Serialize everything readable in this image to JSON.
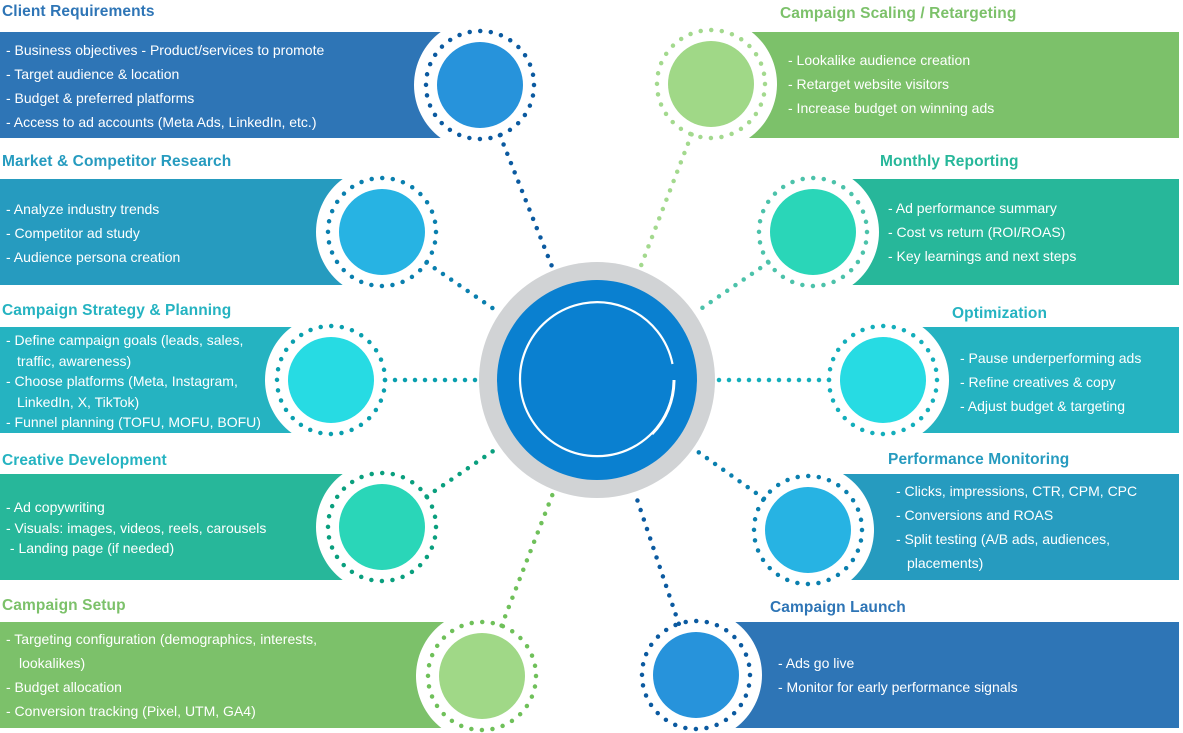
{
  "hub": {
    "label": "",
    "colors": {
      "ring": "#d1d3d5",
      "core": "#0a80d0",
      "arc": "#ffffff"
    }
  },
  "stages": [
    {
      "key": "client-requirements",
      "title": "Client Requirements",
      "side": "left",
      "title_color": "#2e75b6",
      "panel_color": "#2e75b6",
      "circle_color": "#2793db",
      "dot_color": "#0b5aa0",
      "items": [
        "- Business objectives - Product/services to promote",
        "- Target audience & location",
        "- Budget & preferred platforms",
        "- Access to ad accounts (Meta Ads, LinkedIn, etc.)"
      ]
    },
    {
      "key": "market-competitor-research",
      "title": "Market & Competitor Research",
      "side": "left",
      "title_color": "#269bbf",
      "panel_color": "#269bbf",
      "circle_color": "#27b3e3",
      "dot_color": "#0a7fae",
      "items": [
        "- Analyze industry trends",
        "- Competitor ad study",
        "- Audience persona creation"
      ]
    },
    {
      "key": "campaign-strategy-planning",
      "title": "Campaign Strategy & Planning",
      "side": "left",
      "title_color": "#25b3c1",
      "panel_color": "#25b3c1",
      "circle_color": "#27dbe3",
      "dot_color": "#0a9fae",
      "items": [
        "- Define campaign goals (leads, sales, traffic, awareness)",
        "- Choose platforms (Meta, Instagram, LinkedIn, X, TikTok)",
        "- Funnel planning (TOFU, MOFU, BOFU)"
      ]
    },
    {
      "key": "creative-development",
      "title": "Creative Development",
      "side": "left",
      "title_color": "#25b3c1",
      "panel_color": "#27b79a",
      "circle_color": "#2ad6b8",
      "dot_color": "#0a9f7e",
      "items": [
        "- Ad copywriting",
        "- Visuals: images, videos, reels, carousels",
        " - Landing page (if needed)"
      ]
    },
    {
      "key": "campaign-setup",
      "title": "Campaign Setup",
      "side": "left",
      "title_color": "#7cc16a",
      "panel_color": "#7cc16a",
      "circle_color": "#a0d887",
      "dot_color": "#6fc05a",
      "items": [
        "- Targeting configuration (demographics, interests, lookalikes)",
        "- Budget allocation",
        "- Conversion tracking (Pixel, UTM, GA4)"
      ]
    },
    {
      "key": "campaign-scaling-retargeting",
      "title": "Campaign Scaling / Retargeting",
      "side": "right",
      "title_color": "#7cc16a",
      "panel_color": "#7cc16a",
      "circle_color": "#a0d887",
      "dot_color": "#a3d98e",
      "items": [
        "- Lookalike audience creation",
        "- Retarget website visitors",
        "- Increase budget on winning ads"
      ]
    },
    {
      "key": "monthly-reporting",
      "title": "Monthly Reporting",
      "side": "right",
      "title_color": "#27b79a",
      "panel_color": "#27b79a",
      "circle_color": "#2ad6b8",
      "dot_color": "#4cc2aa",
      "items": [
        "- Ad performance summary",
        "- Cost vs return (ROI/ROAS)",
        "- Key learnings and next steps"
      ]
    },
    {
      "key": "optimization",
      "title": "Optimization",
      "side": "right",
      "title_color": "#25b3c1",
      "panel_color": "#25b3c1",
      "circle_color": "#27dbe3",
      "dot_color": "#14aebb",
      "items": [
        "- Pause underperforming ads",
        "- Refine creatives & copy",
        "- Adjust budget & targeting"
      ]
    },
    {
      "key": "performance-monitoring",
      "title": "Performance Monitoring",
      "side": "right",
      "title_color": "#269bbf",
      "panel_color": "#269bbf",
      "circle_color": "#27b3e3",
      "dot_color": "#0a7fae",
      "items": [
        "- Clicks, impressions, CTR, CPM, CPC",
        "- Conversions and ROAS",
        "- Split testing (A/B ads, audiences, placements)"
      ]
    },
    {
      "key": "campaign-launch",
      "title": "Campaign Launch",
      "side": "right",
      "title_color": "#2e75b6",
      "panel_color": "#2e75b6",
      "circle_color": "#2793db",
      "dot_color": "#0b5aa0",
      "items": [
        "- Ads go live",
        "- Monitor for early performance signals"
      ]
    }
  ]
}
